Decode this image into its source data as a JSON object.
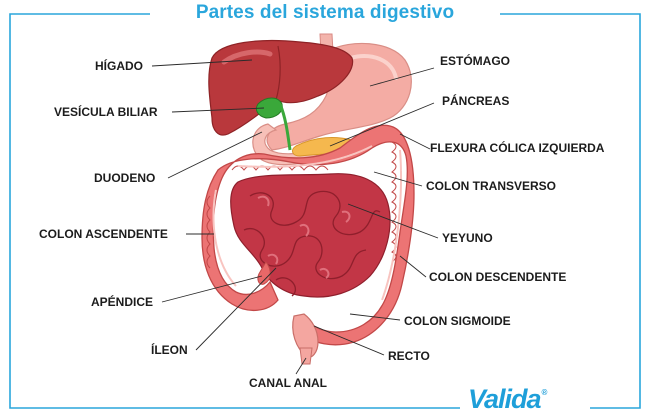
{
  "title": "Partes del sistema digestivo",
  "brand": {
    "name": "Valida",
    "mark": "®"
  },
  "labels": {
    "higado": "HÍGADO",
    "vesicula": "VESÍCULA BILIAR",
    "duodeno": "DUODENO",
    "colon_ascendente": "COLON ASCENDENTE",
    "apendice": "APÉNDICE",
    "ileon": "ÍLEON",
    "canal_anal": "CANAL ANAL",
    "estomago": "ESTÓMAGO",
    "pancreas": "PÁNCREAS",
    "flexura": "FLEXURA CÓLICA IZQUIERDA",
    "colon_transverso": "COLON TRANSVERSO",
    "yeyuno": "YEYUNO",
    "colon_descendente": "COLON DESCENDENTE",
    "colon_sigmoide": "COLON SIGMOIDE",
    "recto": "RECTO"
  },
  "colors": {
    "title": "#2aa6dc",
    "frame": "#2aa6dc",
    "liver": "#b8383b",
    "stomach": "#f2a8a0",
    "colon": "#e66a6a",
    "small_intestine": "#c23848",
    "gallbladder": "#3aa83a",
    "pancreas": "#f4b64a"
  }
}
